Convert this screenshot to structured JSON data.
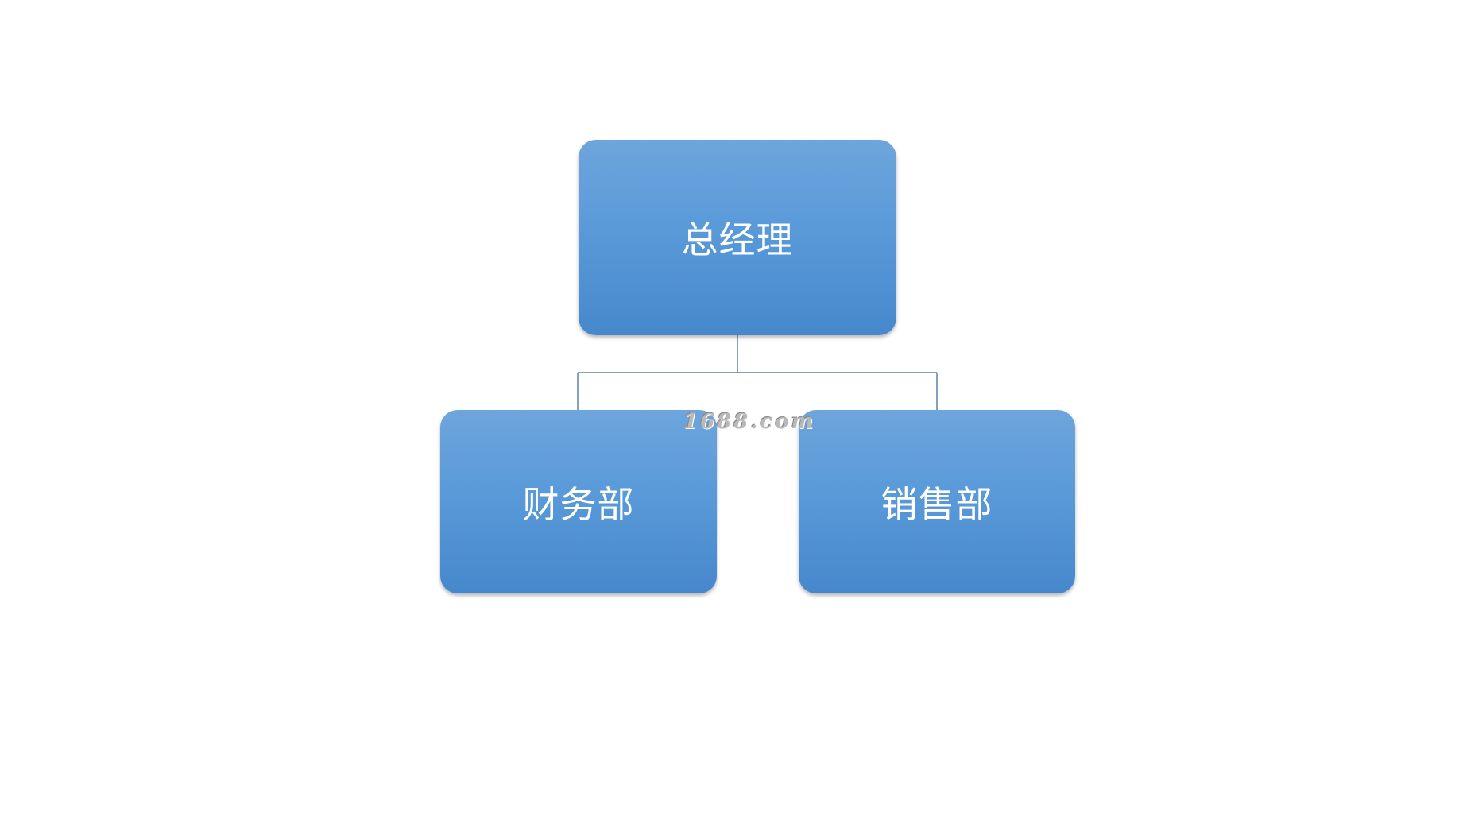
{
  "diagram": {
    "nodes": {
      "ceo": {
        "label": "总经理"
      },
      "finance": {
        "label": "财务部"
      },
      "sales": {
        "label": "销售部"
      }
    },
    "edges": [
      {
        "from": "ceo",
        "to": "finance"
      },
      {
        "from": "ceo",
        "to": "sales"
      }
    ]
  },
  "watermark": {
    "text": "1688.com"
  },
  "colors": {
    "node_fill_top": "#6ea5dc",
    "node_fill_bottom": "#4688cc",
    "node_text": "#ffffff",
    "connector": "#5b83ab",
    "background": "#ffffff"
  }
}
